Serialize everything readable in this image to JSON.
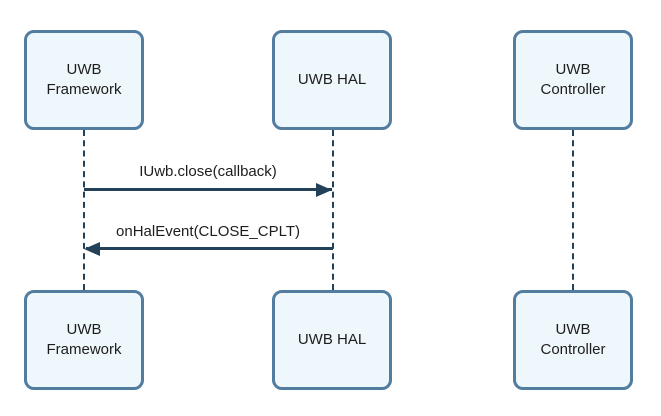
{
  "diagram_type": "sequence",
  "colors": {
    "background": "#ffffff",
    "actor_fill": "#eef7fb",
    "actor_border": "#527d9e",
    "line": "#234158",
    "text": "#1d1d1d"
  },
  "actors_top": [
    {
      "label": "UWB Framework"
    },
    {
      "label": "UWB HAL"
    },
    {
      "label": "UWB Controller"
    }
  ],
  "actors_bottom": [
    {
      "label": "UWB Framework"
    },
    {
      "label": "UWB HAL"
    },
    {
      "label": "UWB Controller"
    }
  ],
  "messages": [
    {
      "label": "IUwb.close(callback)",
      "from": "UWB Framework",
      "to": "UWB HAL",
      "direction": "right",
      "line_style": "solid"
    },
    {
      "label": "onHalEvent(CLOSE_CPLT)",
      "from": "UWB HAL",
      "to": "UWB Framework",
      "direction": "left",
      "line_style": "solid"
    }
  ]
}
